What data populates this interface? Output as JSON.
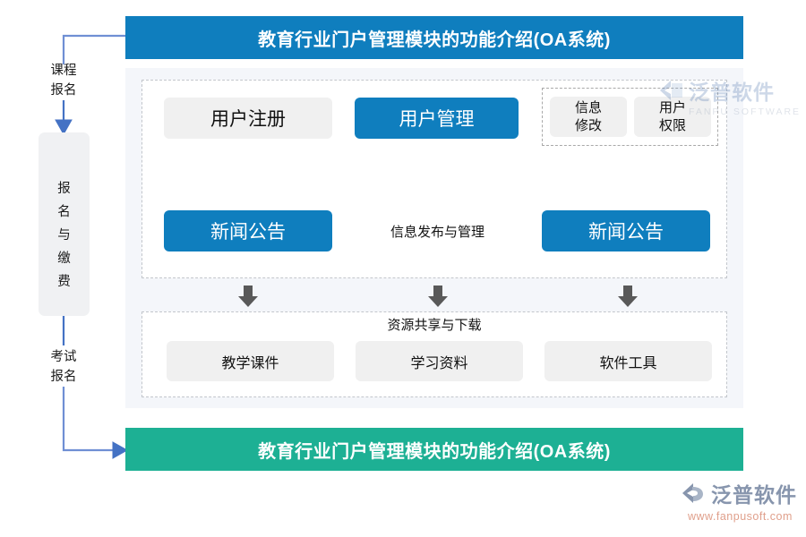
{
  "header": {
    "title": "教育行业门户管理模块的功能介绍(OA系统)",
    "color": "#0f7ebe"
  },
  "footer": {
    "title": "教育行业门户管理模块的功能介绍(OA系统)",
    "color": "#1db094"
  },
  "left_flow": {
    "arrow_color": "#4472c4",
    "labels": {
      "course_signup": "课程\n报名",
      "exam_signup": "考试\n报名"
    },
    "box": {
      "label": "报\n名\n与\n缴\n费",
      "background": "#f0f1f3"
    }
  },
  "diagram": {
    "panel_background": "#f4f6fa",
    "accent_blue": "#0f7ebe",
    "node_grey": "#f0f0f0",
    "row1": {
      "user_register": "用户注册",
      "user_manage": "用户管理",
      "sub_nodes": [
        {
          "label": "信息\n修改"
        },
        {
          "label": "用户\n权限"
        }
      ]
    },
    "row2": {
      "news_left": "新闻公告",
      "mid_label": "信息发布与管理",
      "news_right": "新闻公告"
    },
    "row3": {
      "title": "资源共享与下载",
      "items": [
        "教学课件",
        "学习资料",
        "软件工具"
      ]
    }
  },
  "watermark_top": {
    "cn": "泛普软件",
    "en": "FANPU SOFTWARE"
  },
  "watermark_bottom": {
    "cn": "泛普软件",
    "en": "www.fanpusoft.com"
  }
}
